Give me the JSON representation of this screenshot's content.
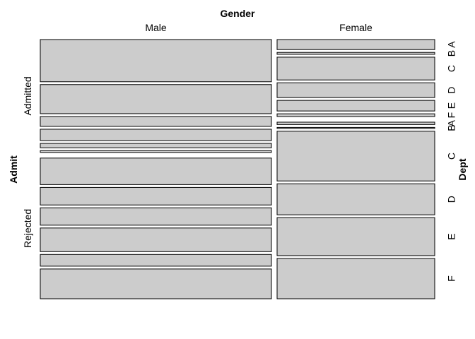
{
  "chart_data": {
    "type": "mosaic",
    "title": "",
    "variables": {
      "column": "Gender",
      "row": "Admit",
      "stack": "Dept"
    },
    "column_levels": [
      "Male",
      "Female"
    ],
    "row_levels": [
      "Admitted",
      "Rejected"
    ],
    "stack_levels": [
      "A",
      "B",
      "C",
      "D",
      "E",
      "F"
    ],
    "cells": [
      {
        "gender": "Male",
        "admit": "Admitted",
        "counts": [
          512,
          353,
          120,
          138,
          53,
          22
        ]
      },
      {
        "gender": "Male",
        "admit": "Rejected",
        "counts": [
          313,
          207,
          205,
          279,
          138,
          351
        ]
      },
      {
        "gender": "Female",
        "admit": "Admitted",
        "counts": [
          89,
          17,
          202,
          131,
          94,
          24
        ]
      },
      {
        "gender": "Female",
        "admit": "Rejected",
        "counts": [
          19,
          8,
          391,
          244,
          299,
          317
        ]
      }
    ],
    "colors": {
      "tile_fill": "#cccccc",
      "tile_border": "#000000"
    }
  }
}
